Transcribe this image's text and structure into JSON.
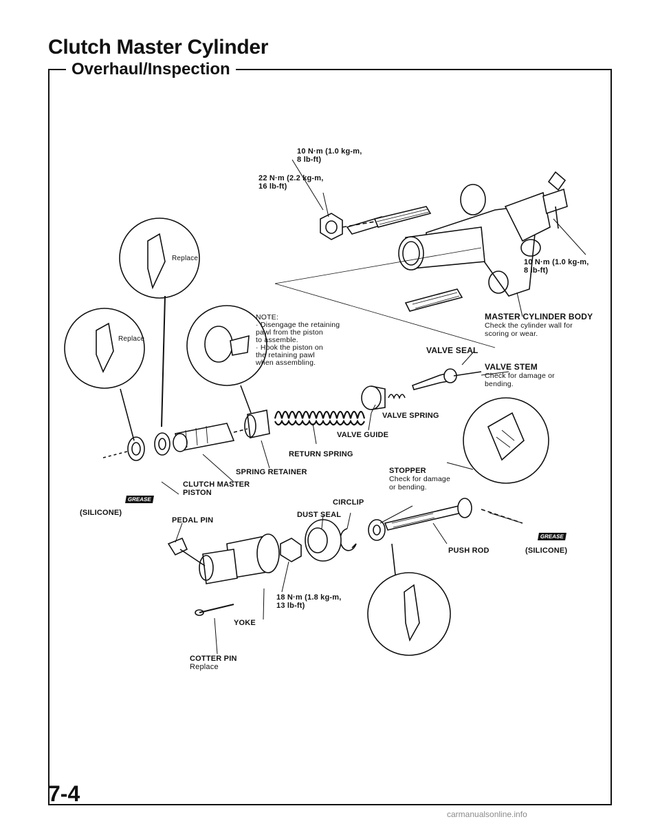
{
  "header": {
    "title": "Clutch Master Cylinder",
    "section": "Overhaul/Inspection"
  },
  "labels": {
    "torque_top": "10 N·m (1.0 kg-m,\n8 lb-ft)",
    "torque_stud": "22 N·m (2.2 kg-m,\n16 lb-ft)",
    "torque_bleeder": "10 N·m (1.0 kg-m,\n8 lb-ft)",
    "body": "MASTER CYLINDER BODY",
    "body_note": "Check the cylinder wall for\nscoring or wear.",
    "note": "NOTE:\n· Disengage the retaining\n  pawl from the piston\n  to assemble.\n· Hook the piston on\n  the retaining pawl\n  when assembling.",
    "valve_seal": "VALVE SEAL",
    "valve_stem": "VALVE STEM",
    "valve_stem_note": "Check for damage or\nbending.",
    "valve_spring": "VALVE SPRING",
    "valve_guide": "VALVE GUIDE",
    "return_spring": "RETURN SPRING",
    "spring_retainer": "SPRING RETAINER",
    "stopper": "STOPPER",
    "stopper_note": "Check for damage\nor bending.",
    "piston": "CLUTCH MASTER\nPISTON",
    "silicone_left": "(SILICONE)",
    "silicone_right": "(SILICONE)",
    "grease": "GREASE",
    "pedal_pin": "PEDAL PIN",
    "dust_seal": "DUST SEAL",
    "circlip": "CIRCLIP",
    "push_rod": "PUSH ROD",
    "torque_yoke": "18 N·m (1.8 kg-m,\n13 lb-ft)",
    "yoke": "YOKE",
    "cotter_pin": "COTTER PIN",
    "cotter_pin_note": "Replace",
    "replace_1": "Replace",
    "replace_2": "Replace"
  },
  "footer": {
    "page_number": "7-4",
    "watermark": "carmanualsonline.info"
  }
}
